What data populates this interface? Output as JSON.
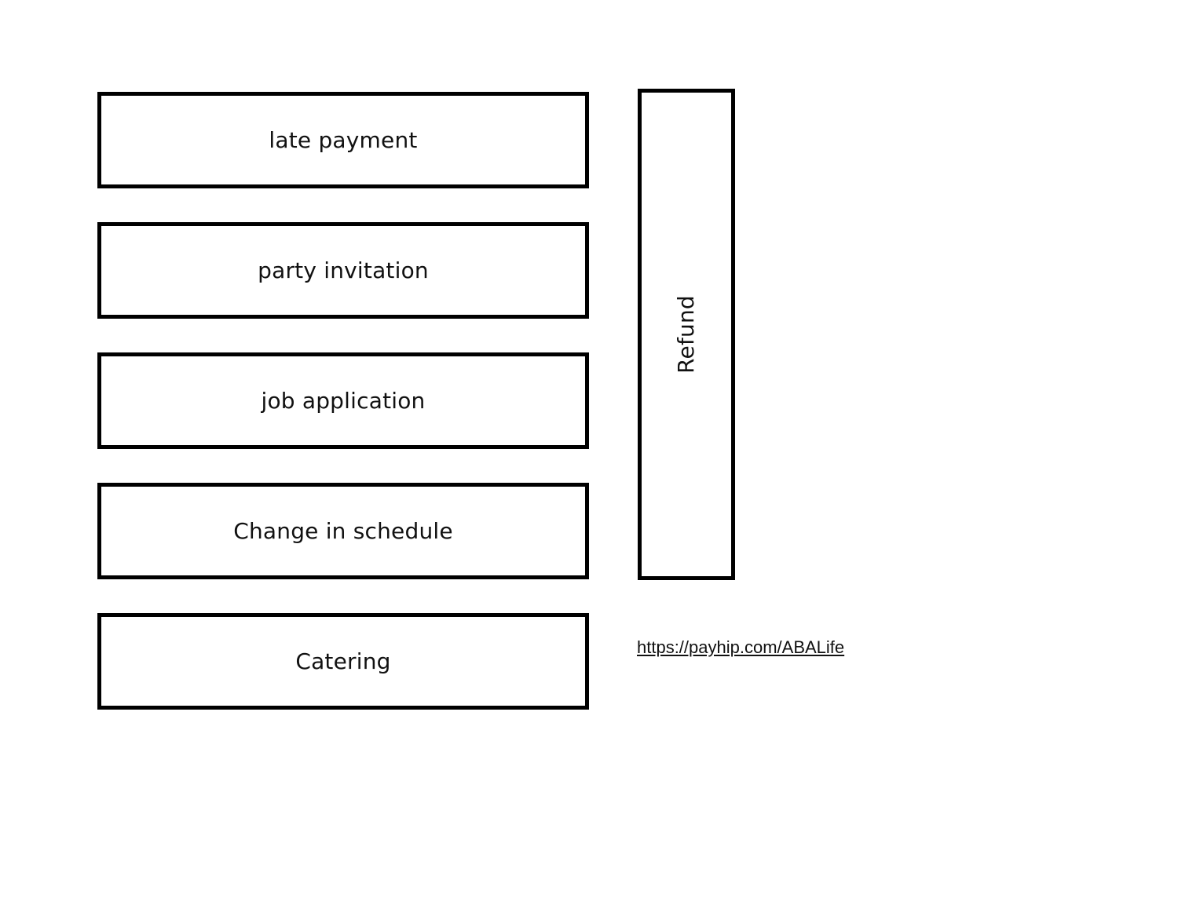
{
  "cards": [
    {
      "label": "late payment"
    },
    {
      "label": "party invitation"
    },
    {
      "label": "job application"
    },
    {
      "label": "Change in schedule"
    },
    {
      "label": "Catering"
    }
  ],
  "vertical_card": {
    "label": "Refund"
  },
  "link": {
    "text": "https://payhip.com/ABALife"
  },
  "colors": {
    "border": "#000000",
    "text": "#111111",
    "background": "#ffffff"
  }
}
